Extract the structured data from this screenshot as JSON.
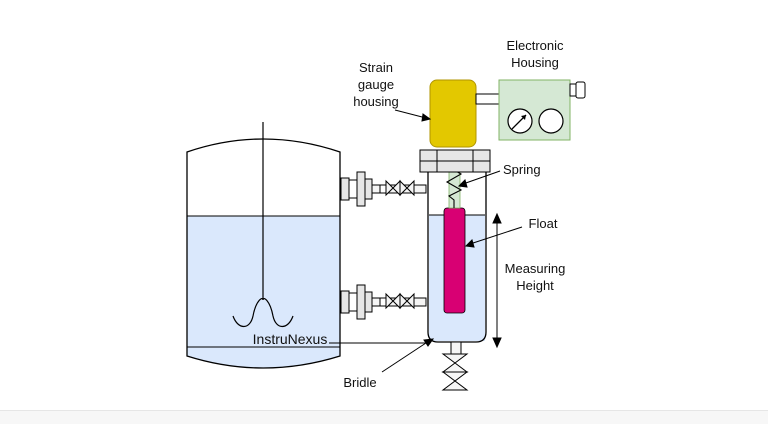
{
  "colors": {
    "liquid": "#dae8fc",
    "strain_housing": "#e3c800",
    "electronic_housing": "#d5e8d4",
    "electronic_housing_border": "#82b366",
    "float": "#d80073",
    "spring": "#d5e8d4",
    "flange": "#e6e6e6",
    "pipe": "#f5f5f5",
    "line": "#000000"
  },
  "labels": {
    "electronic_housing_1": "Electronic",
    "electronic_housing_2": "Housing",
    "strain_1": "Strain",
    "strain_2": "gauge",
    "strain_3": "housing",
    "spring": "Spring",
    "float": "Float",
    "measuring_1": "Measuring",
    "measuring_2": "Height",
    "brand": "InstruNexus",
    "bridle": "Bridle"
  },
  "icons": [
    "gauge-dial-icon",
    "display-circle-icon",
    "cable-gland-icon",
    "valve-icon",
    "agitator-icon"
  ]
}
